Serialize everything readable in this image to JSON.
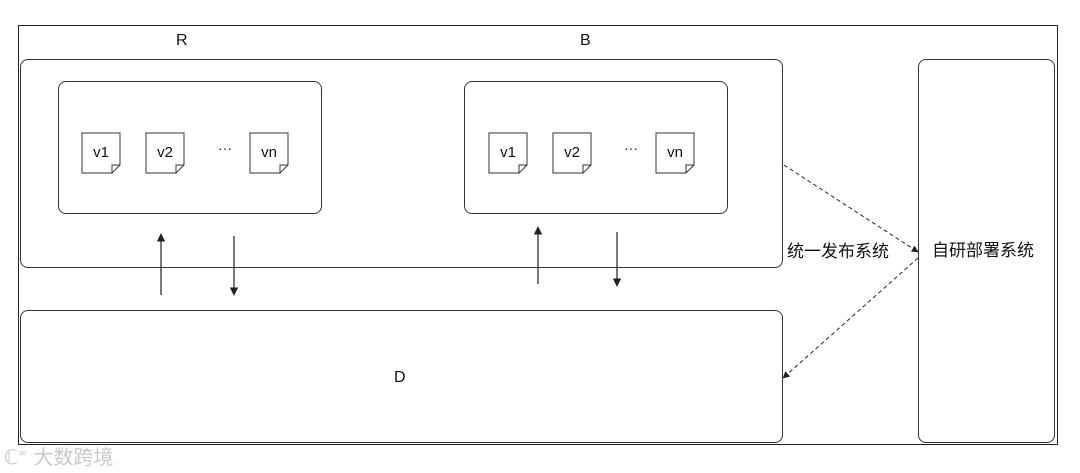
{
  "diagram": {
    "label_r": "R",
    "label_b": "B",
    "label_d": "D",
    "left_group_versions": [
      "v1",
      "v2",
      "···",
      "vn"
    ],
    "right_group_versions": [
      "v1",
      "v2",
      "···",
      "vn"
    ],
    "release_system": "统一发布系统",
    "deploy_system": "自研部署系统"
  },
  "watermark": "大数跨境"
}
